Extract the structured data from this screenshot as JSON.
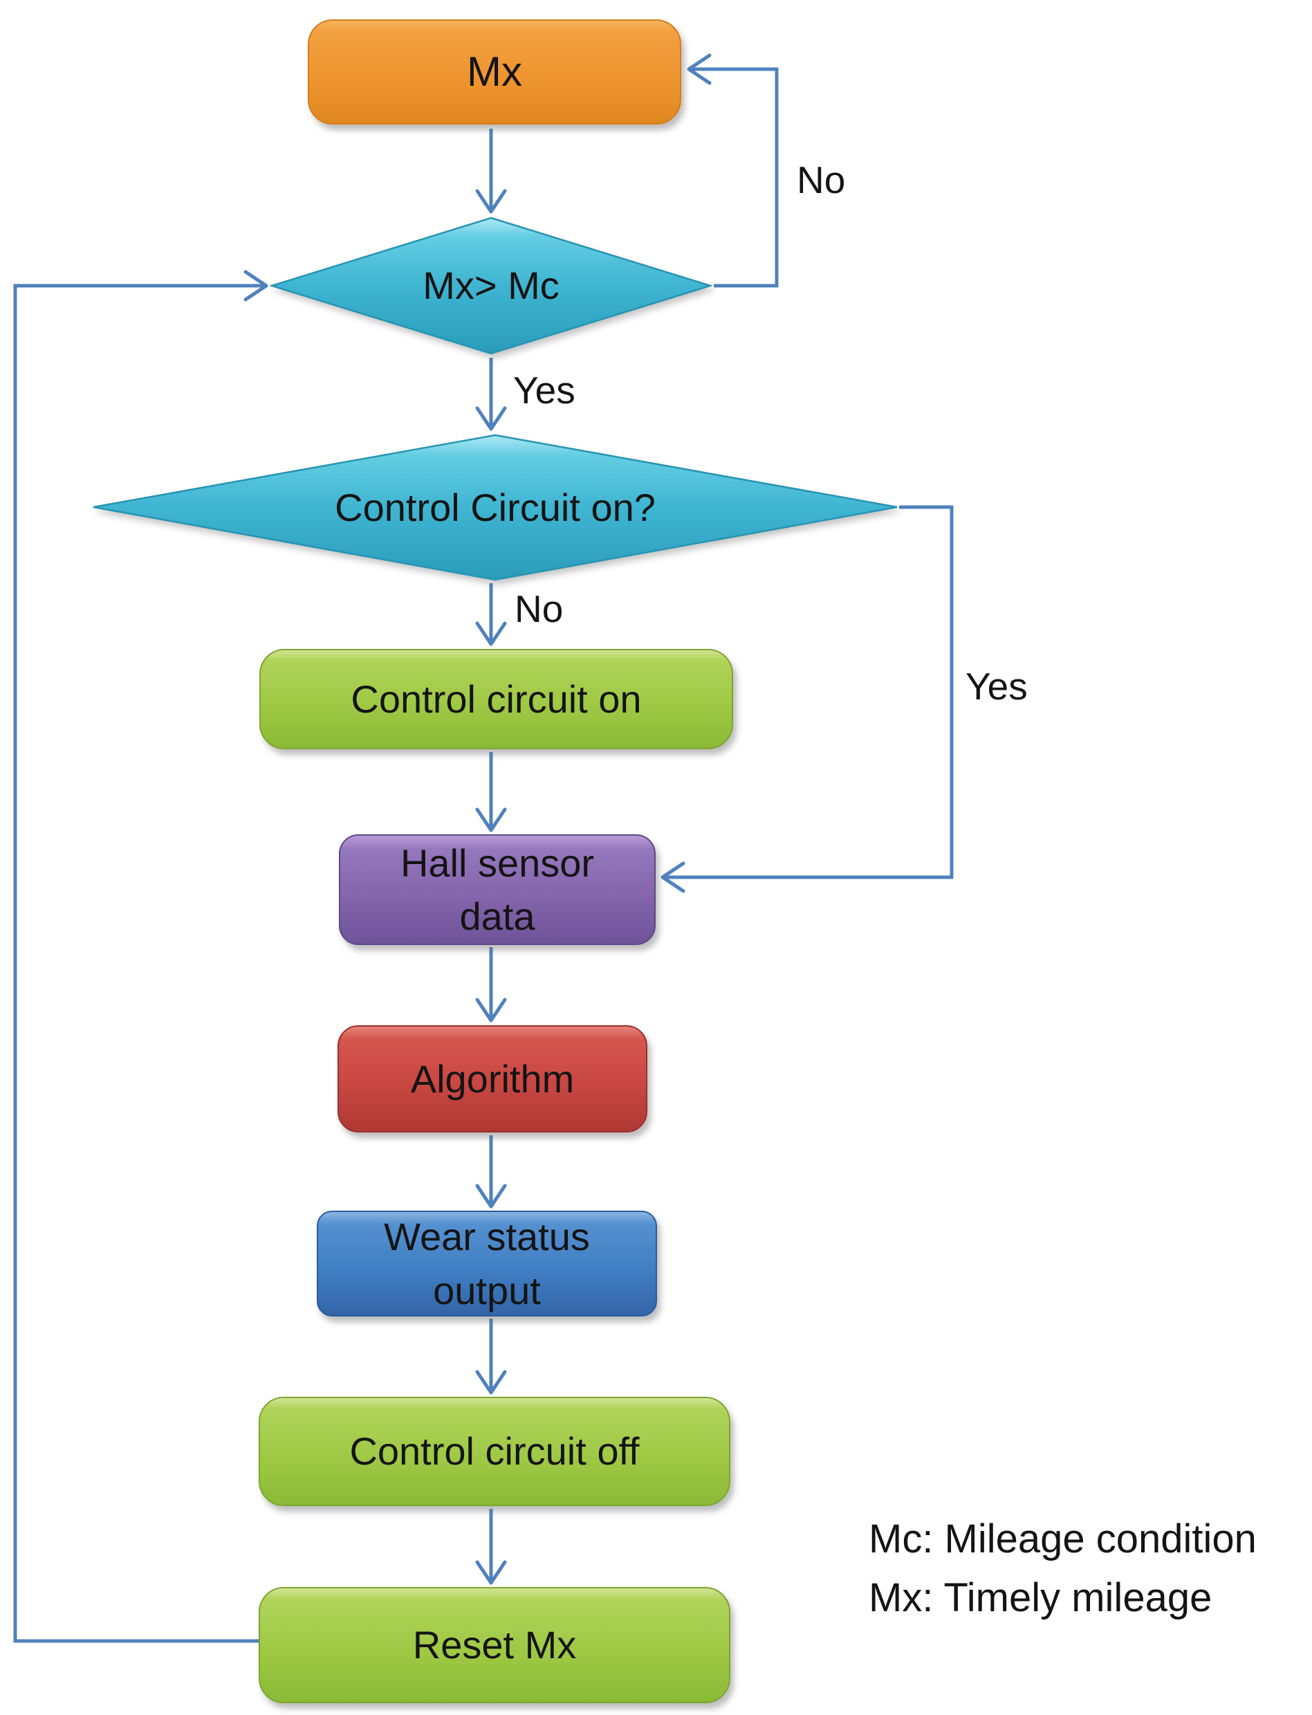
{
  "figure": {
    "type": "flowchart",
    "background": "#ffffff",
    "arrow_color": "#4f81bd",
    "text_color": "#141414"
  },
  "nodes": {
    "mx": {
      "label": "Mx",
      "shape": "rounded-rect",
      "color": "#ee9530"
    },
    "mx_gt_mc": {
      "label": "Mx> Mc",
      "shape": "diamond",
      "color": "#3fb5d2"
    },
    "control_circuit_on_q": {
      "label": "Control Circuit on?",
      "shape": "diamond",
      "color": "#3fb5d2"
    },
    "control_circuit_on": {
      "label": "Control circuit on",
      "shape": "rounded-rect",
      "color": "#9fc945"
    },
    "hall_sensor_data": {
      "label": "Hall sensor\ndata",
      "shape": "rounded-rect",
      "color": "#8465ac"
    },
    "algorithm": {
      "label": "Algorithm",
      "shape": "rounded-rect",
      "color": "#c84742"
    },
    "wear_status_output": {
      "label": "Wear status\noutput",
      "shape": "rounded-rect",
      "color": "#417fc4"
    },
    "control_circuit_off": {
      "label": "Control circuit off",
      "shape": "rounded-rect",
      "color": "#9fc945"
    },
    "reset_mx": {
      "label": "Reset Mx",
      "shape": "rounded-rect",
      "color": "#9fc945"
    }
  },
  "edge_labels": {
    "no_loop_to_mx": "No",
    "yes_to_control_circuit_q": "Yes",
    "no_to_control_circuit_on": "No",
    "yes_to_hall_sensor": "Yes"
  },
  "legend": {
    "line1": "Mc: Mileage condition",
    "line2": "Mx: Timely mileage"
  }
}
